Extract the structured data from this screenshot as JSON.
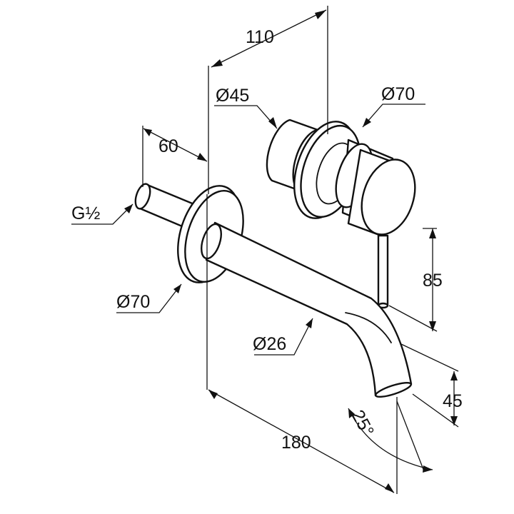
{
  "dimensions": {
    "length_110": "110",
    "length_60": "60",
    "diameter_45": "Ø45",
    "diameter_70_valve": "Ø70",
    "thread": "G½",
    "diameter_70_spout": "Ø70",
    "diameter_26": "Ø26",
    "height_85": "85",
    "height_45": "45",
    "angle_25": "25°",
    "length_180": "180"
  },
  "colors": {
    "line": "#111111",
    "background": "#ffffff"
  }
}
